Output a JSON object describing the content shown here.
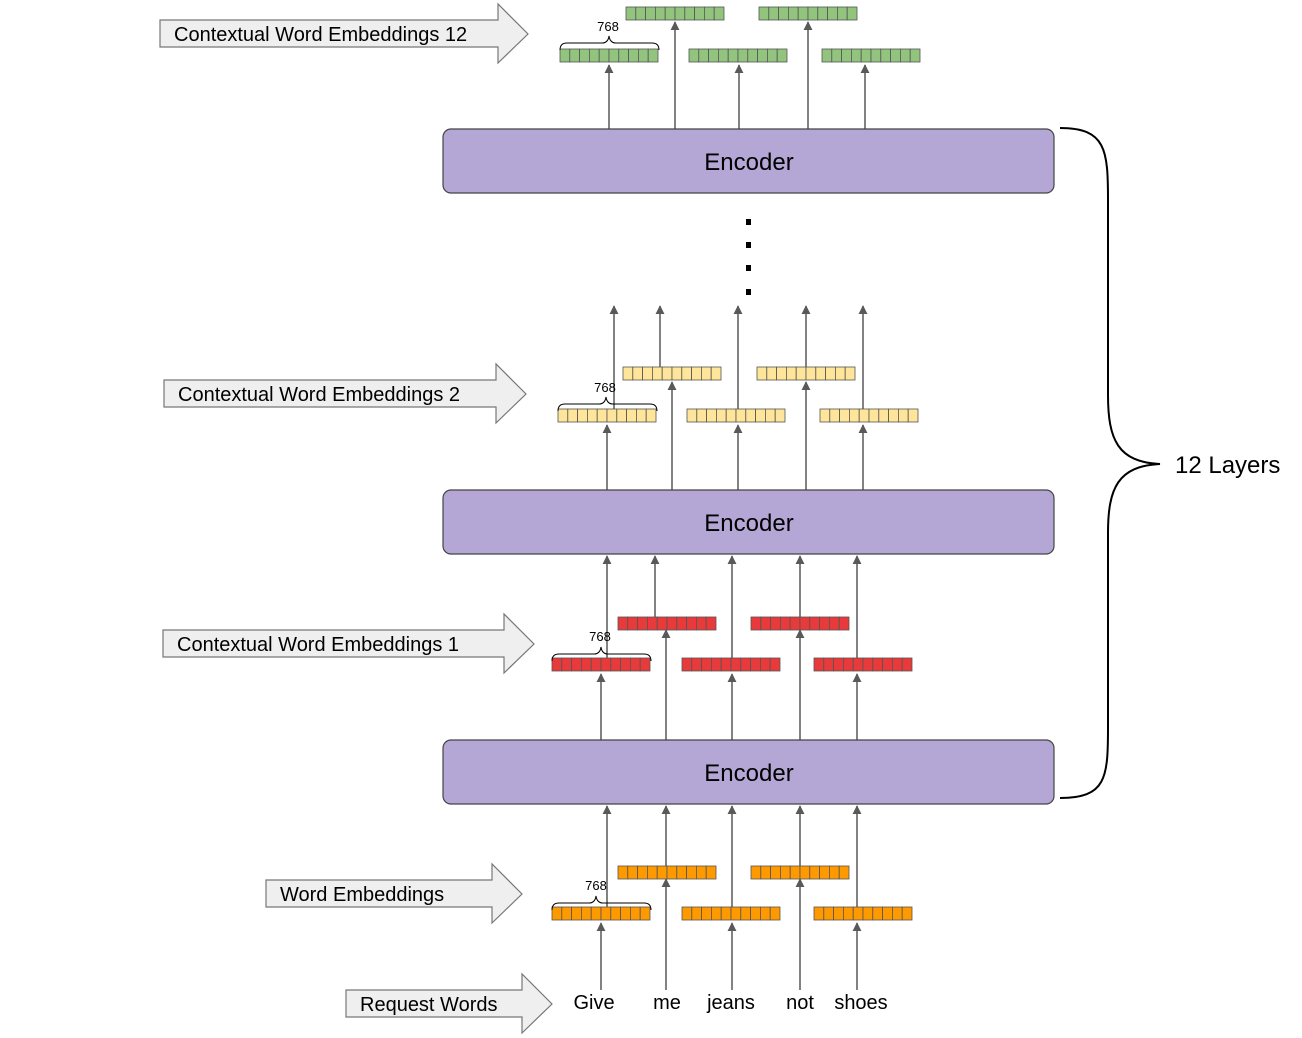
{
  "labels": {
    "cwe12": "Contextual Word Embeddings 12",
    "cwe2": "Contextual Word Embeddings 2",
    "cwe1": "Contextual Word Embeddings 1",
    "word_embeddings": "Word Embeddings",
    "request_words": "Request Words"
  },
  "encoder_label": "Encoder",
  "dimension_label": "768",
  "layers_label": "12 Layers",
  "words": [
    "Give",
    "me",
    "jeans",
    "not",
    "shoes"
  ],
  "colors": {
    "encoder_fill": "#b4a7d6",
    "cwe12": "#93c47d",
    "cwe2": "#ffe599",
    "cwe1": "#e83a3a",
    "word_embeddings": "#ff9900",
    "arrow": "#595959",
    "label_arrow_fill": "#efefef"
  }
}
